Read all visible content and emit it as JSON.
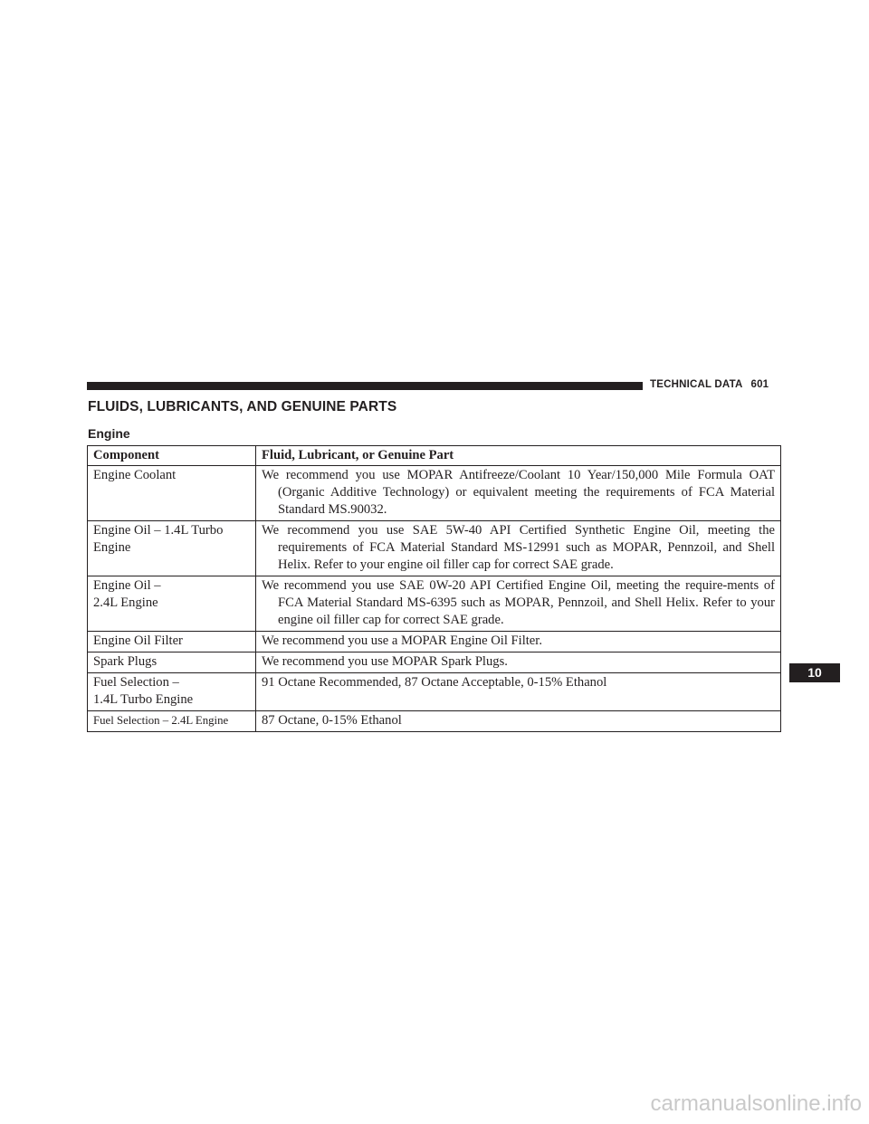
{
  "header": {
    "section": "TECHNICAL DATA",
    "page_number": "601"
  },
  "title": "FLUIDS, LUBRICANTS, AND GENUINE PARTS",
  "subtitle": "Engine",
  "table": {
    "columns": [
      "Component",
      "Fluid, Lubricant, or Genuine Part"
    ],
    "rows": [
      {
        "component": "Engine Coolant",
        "part": "We recommend you use MOPAR Antifreeze/Coolant 10 Year/150,000 Mile Formula OAT (Organic Additive Technology) or equivalent meeting the requirements of FCA Material Standard MS.90032."
      },
      {
        "component": "Engine Oil – 1.4L Turbo Engine",
        "part": "We recommend you use SAE 5W-40 API Certified Synthetic Engine Oil, meeting the requirements of FCA Material Standard MS-12991 such as MOPAR, Pennzoil, and Shell Helix. Refer to your engine oil filler cap for correct SAE grade."
      },
      {
        "component": "Engine Oil –\n2.4L Engine",
        "part": "We recommend you use SAE 0W-20 API Certified Engine Oil, meeting the require-ments of FCA Material Standard MS-6395 such as MOPAR, Pennzoil, and Shell Helix. Refer to your engine oil filler cap for correct SAE grade."
      },
      {
        "component": "Engine Oil Filter",
        "part": "We recommend you use a MOPAR Engine Oil Filter."
      },
      {
        "component": "Spark Plugs",
        "part": "We recommend you use MOPAR Spark Plugs."
      },
      {
        "component": "Fuel Selection –\n1.4L Turbo Engine",
        "part": "91 Octane Recommended, 87 Octane Acceptable, 0-15% Ethanol"
      },
      {
        "component": "Fuel Selection – 2.4L Engine",
        "part": "87 Octane, 0-15% Ethanol"
      }
    ]
  },
  "chapter_tab": "10",
  "watermark": "carmanualsonline.info"
}
